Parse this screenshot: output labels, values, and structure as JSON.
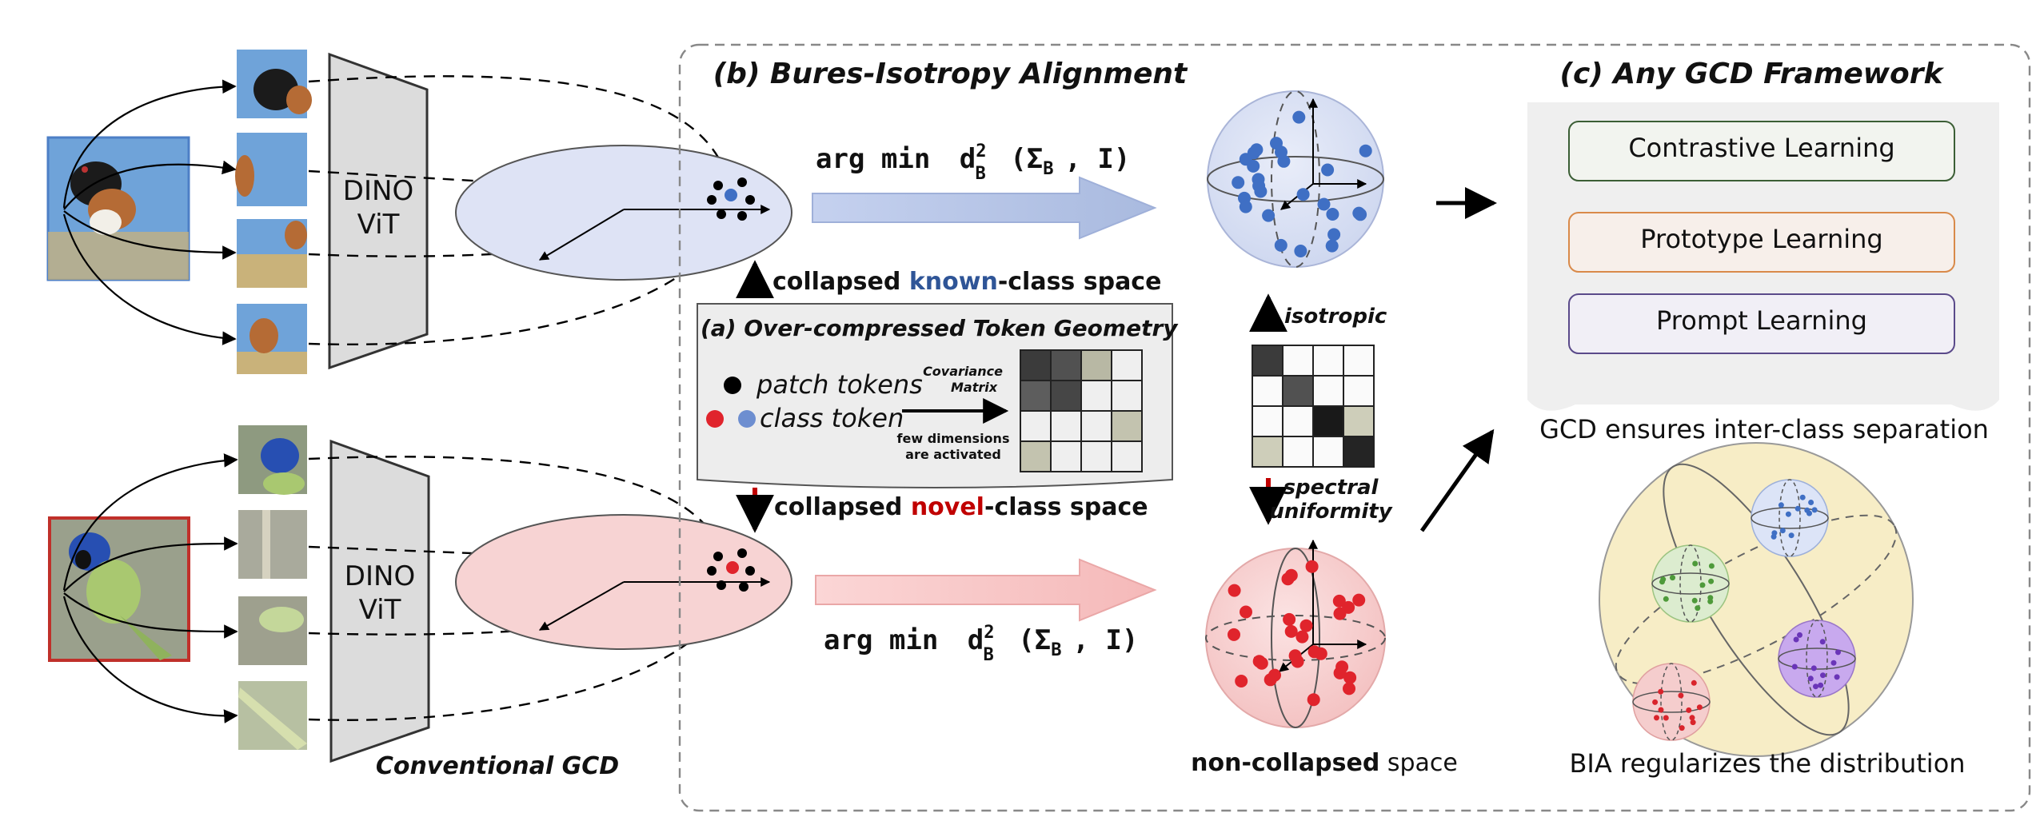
{
  "section_b": {
    "title": "(b) Bures-Isotropy Alignment",
    "arg_min": "arg min",
    "dist": "d",
    "sub": "B",
    "sup": "2",
    "args": "(Σ",
    "args_sub": "B",
    "args_end": ", I)"
  },
  "section_a": {
    "title": "(a)  Over-compressed Token Geometry",
    "patch_tokens": "patch tokens",
    "class_token": "class token",
    "covariance": "Covariance",
    "matrix": "Matrix",
    "few_dims_1": "few dimensions",
    "few_dims_2": "are activated"
  },
  "known": {
    "pre": "collapsed ",
    "highlight": "known",
    "post": "-class space"
  },
  "novel": {
    "pre": "collapsed ",
    "highlight": "novel",
    "post": "-class space"
  },
  "isotropic": "isotropic",
  "spectral_1": "spectral",
  "spectral_2": "uniformity",
  "non_collapsed": {
    "bold": "non-collapsed",
    "rest": " space"
  },
  "encoder": {
    "line1": "DINO",
    "line2": "ViT"
  },
  "conventional": "Conventional GCD",
  "section_c": {
    "title": "(c) Any GCD Framework",
    "items": [
      "Contrastive Learning",
      "Prototype Learning",
      "Prompt Learning"
    ],
    "separation": "GCD ensures inter-class separation",
    "regularizes": "BIA regularizes the distribution"
  },
  "colors": {
    "known_blue": "#2f5597",
    "novel_red": "#c00000",
    "sphere_blue": "#dde3f5",
    "sphere_red": "#f7d3d3",
    "dot_blue": "#3f6fc4",
    "dot_red": "#e0242c",
    "arrow_blue": "#b7c5e8",
    "arrow_red": "#f8c5c5",
    "box_green": "#3b5e35",
    "box_orange": "#d98a4a",
    "box_purple": "#5a4a8a",
    "panel_gray": "#efefef",
    "big_sphere": "#f7edc6"
  },
  "covariance_grid": [
    [
      0.85,
      0.75,
      0.25,
      0.05
    ],
    [
      0.7,
      0.8,
      0.05,
      0.05
    ],
    [
      0.05,
      0.05,
      0.05,
      0.2
    ],
    [
      0.2,
      0.05,
      0.05,
      0.05
    ]
  ],
  "spectral_grid": [
    [
      0.85,
      0.0,
      0.0,
      0.0
    ],
    [
      0.0,
      0.75,
      0.0,
      0.0
    ],
    [
      0.0,
      0.0,
      1.0,
      0.15
    ],
    [
      0.15,
      0.0,
      0.0,
      0.95
    ]
  ]
}
